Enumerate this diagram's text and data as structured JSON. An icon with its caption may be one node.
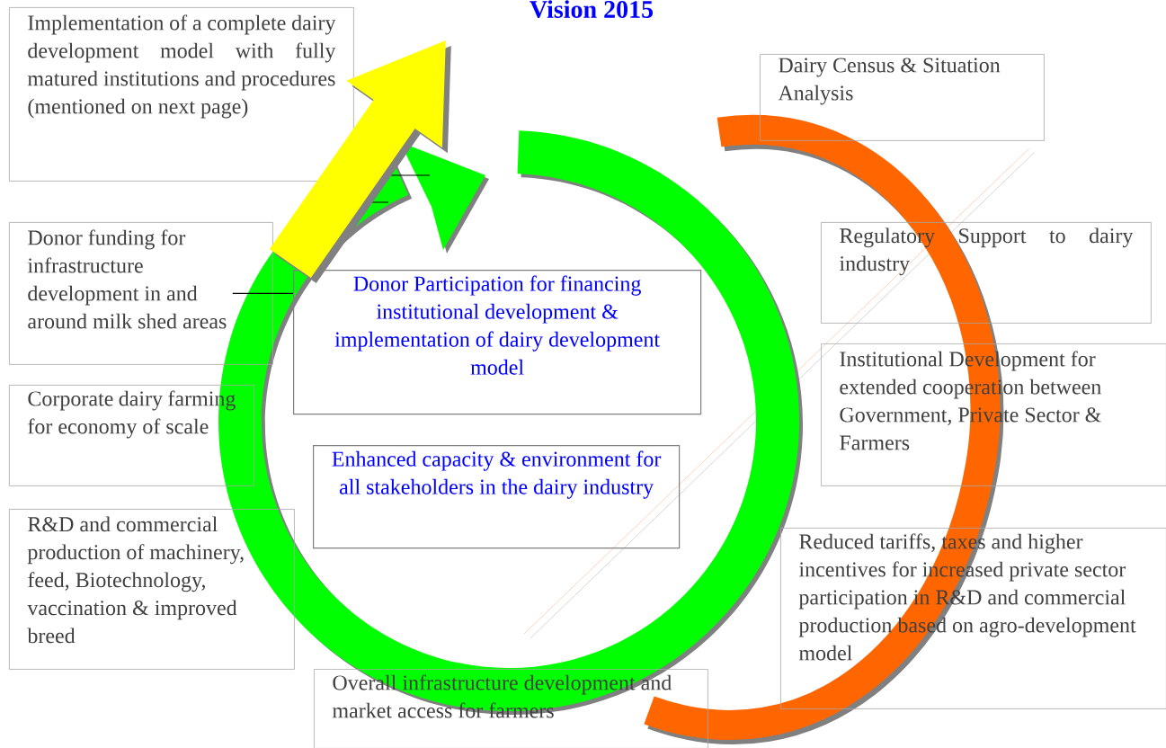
{
  "diagram": {
    "title": "Vision 2015",
    "nodes": [
      {
        "text": [
          "Implementation of a complete dairy development model with fully matured institutions and procedures (mentioned on next page)"
        ]
      },
      {
        "text": [
          "Dairy Census & Situation Analysis"
        ]
      },
      {
        "text": [
          "Donor funding for infrastructure development in and around milk shed areas"
        ]
      },
      {
        "text": [
          "Regulatory Support to dairy industry"
        ]
      },
      {
        "text": [
          "Donor Participation for financing institutional development & implementation of dairy development model"
        ]
      },
      {
        "text": [
          "Institutional Development for extended cooperation between Government, Private Sector & Farmers"
        ]
      },
      {
        "text": [
          "Corporate dairy farming for economy of scale"
        ]
      },
      {
        "text": [
          "Enhanced capacity & environment for all stakeholders in the dairy industry"
        ]
      },
      {
        "text": [
          "R&D and commercial production of machinery, feed, Biotechnology, vaccination & improved breed"
        ]
      },
      {
        "text": [
          "Reduced tariffs, taxes and higher incentives for increased private sector participation in R&D and commercial production based on agro-development model"
        ]
      },
      {
        "text": [
          "Overall infrastructure development and market access for farmers"
        ]
      }
    ],
    "edges": [
      {
        "from": 2,
        "to": 4,
        "arrow": "none"
      },
      {
        "from": 2,
        "to": null,
        "arrow": "to",
        "style": "thick",
        "color": "#ffff00"
      }
    ]
  }
}
